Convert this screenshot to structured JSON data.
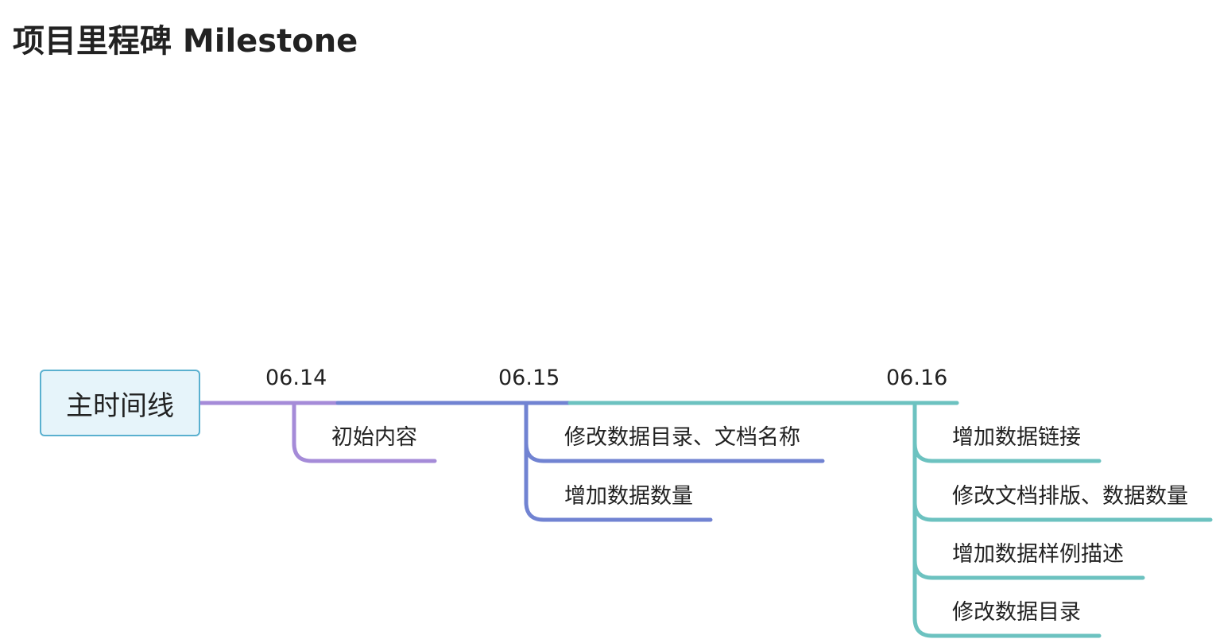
{
  "title": "项目里程碑 Milestone",
  "root": {
    "label": "主时间线"
  },
  "colors": {
    "purple": "#a58bd8",
    "blue": "#7183d2",
    "teal": "#6cc2c0",
    "root_border": "#5ab0cf",
    "root_fill": "#e6f4fa"
  },
  "milestones": [
    {
      "date": "06.14",
      "color": "#a58bd8",
      "items": [
        "初始内容"
      ]
    },
    {
      "date": "06.15",
      "color": "#7183d2",
      "items": [
        "修改数据目录、文档名称",
        "增加数据数量"
      ]
    },
    {
      "date": "06.16",
      "color": "#6cc2c0",
      "items": [
        "增加数据链接",
        "修改文档排版、数据数量",
        "增加数据样例描述",
        "修改数据目录"
      ]
    }
  ]
}
